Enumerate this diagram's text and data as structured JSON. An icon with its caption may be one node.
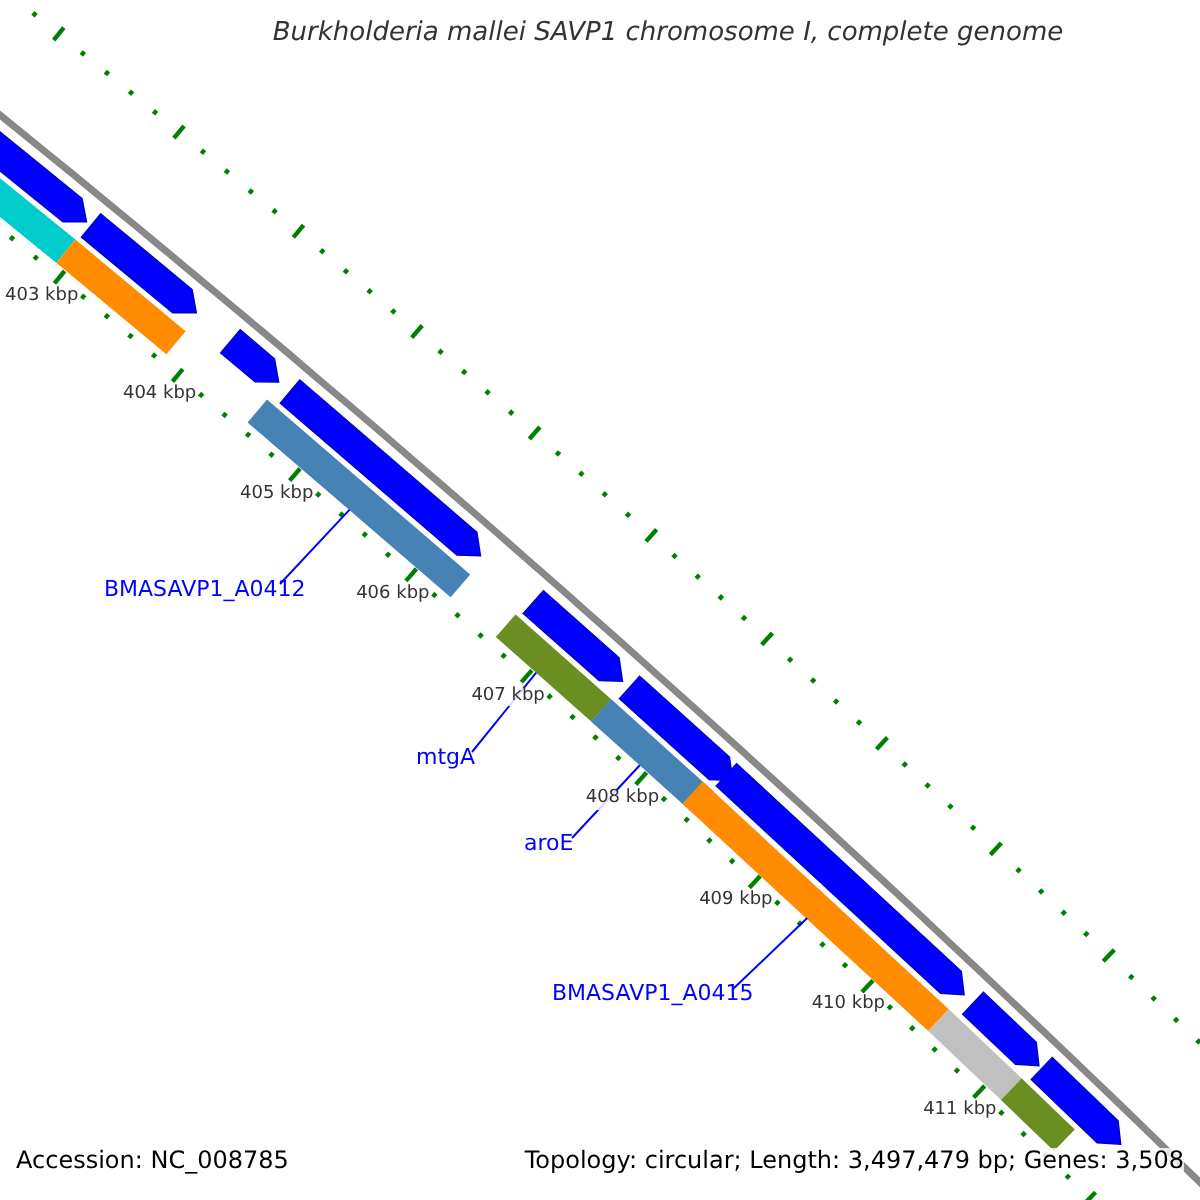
{
  "diagram": {
    "title": "Burkholderia mallei SAVP1 chromosome I, complete genome",
    "nodes": [
      {
        "text": [
          "BMASAVP1_A0412"
        ]
      },
      {
        "text": [],
        "shape": "bar"
      },
      {
        "text": [
          "mtgA"
        ]
      },
      {
        "text": [],
        "shape": "bar"
      },
      {
        "text": [
          "aroE"
        ]
      },
      {
        "text": [],
        "shape": "bar"
      },
      {
        "text": [
          "BMASAVP1_A0415"
        ]
      },
      {
        "text": [],
        "shape": "bar"
      },
      {
        "text": [],
        "shape": "arrow"
      },
      {
        "text": [],
        "shape": "arrow"
      },
      {
        "text": [],
        "shape": "arrow"
      },
      {
        "text": [],
        "shape": "arrow"
      },
      {
        "text": [],
        "shape": "arrow"
      },
      {
        "text": [],
        "shape": "arrow"
      },
      {
        "text": [],
        "shape": "arrow"
      },
      {
        "text": [],
        "shape": "arrow"
      },
      {
        "text": [],
        "shape": "arrow"
      },
      {
        "text": [],
        "shape": "bar"
      },
      {
        "text": [],
        "shape": "bar"
      },
      {
        "text": [],
        "shape": "bar"
      },
      {
        "text": [],
        "shape": "bar"
      }
    ],
    "edges": [
      {
        "from": 0,
        "to": 1,
        "arrow": "none"
      },
      {
        "from": 2,
        "to": 3,
        "arrow": "none"
      },
      {
        "from": 4,
        "to": 5,
        "arrow": "none"
      },
      {
        "from": 6,
        "to": 7,
        "arrow": "none"
      }
    ],
    "labels": [
      "403 kbp",
      "404 kbp",
      "405 kbp",
      "406 kbp",
      "407 kbp",
      "408 kbp",
      "409 kbp",
      "410 kbp",
      "411 kbp",
      "Accession: NC_008785",
      "Topology: circular; Length: 3,497,479 bp; Genes: 3,508"
    ]
  }
}
